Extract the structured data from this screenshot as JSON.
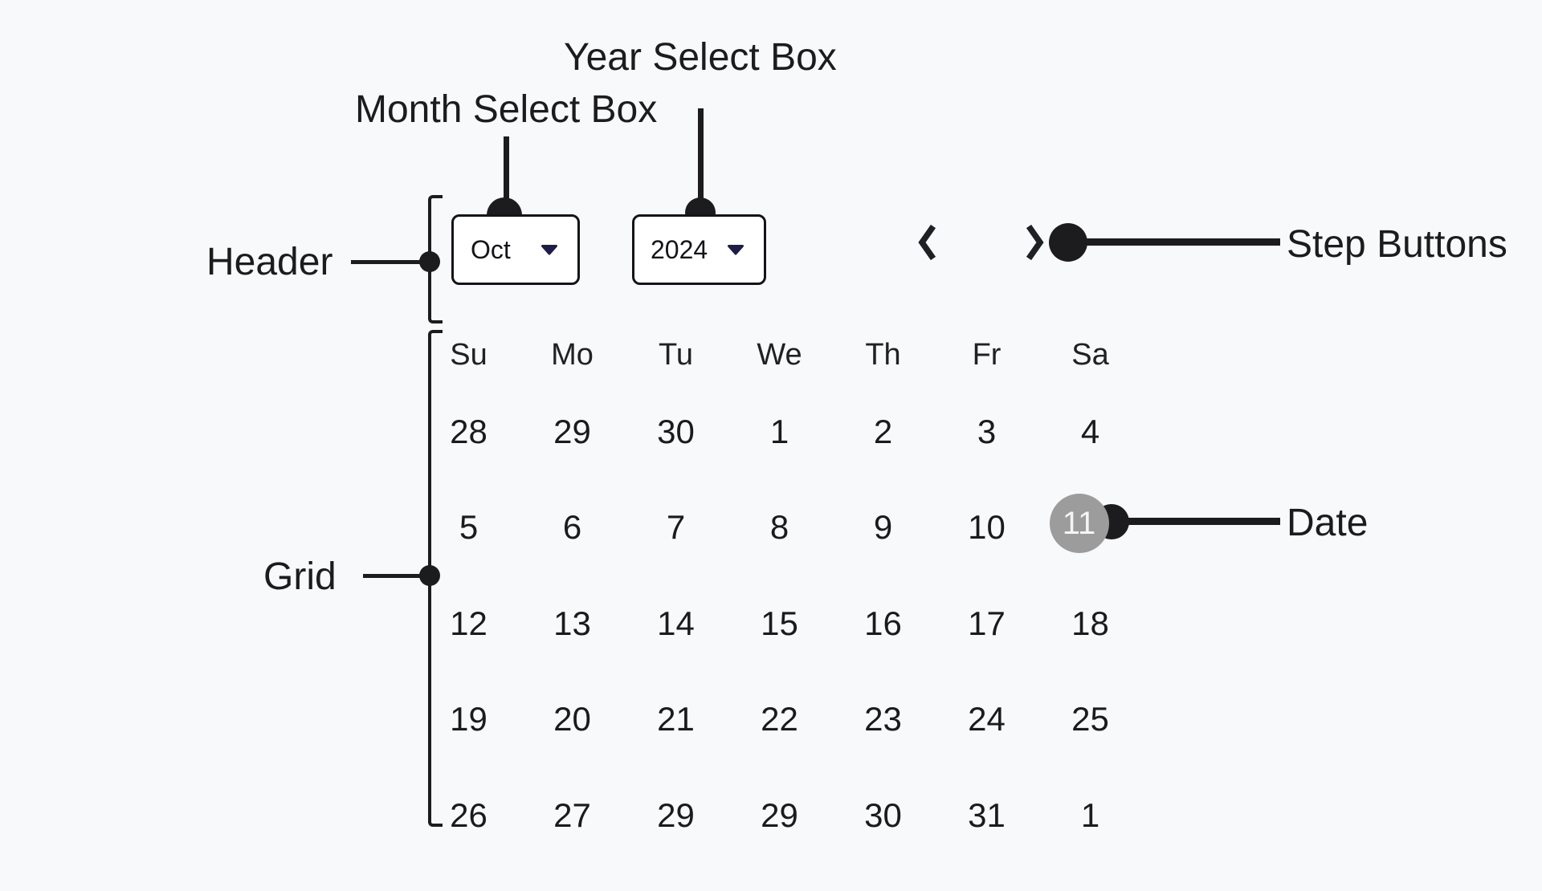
{
  "annotations": {
    "year_select_label": "Year Select Box",
    "month_select_label": "Month Select Box",
    "header_label": "Header",
    "step_buttons_label": "Step Buttons",
    "grid_label": "Grid",
    "date_label": "Date"
  },
  "datepicker": {
    "header": {
      "month_select": {
        "value": "Oct",
        "icon": "caret-down-icon"
      },
      "year_select": {
        "value": "2024",
        "icon": "caret-down-icon"
      },
      "prev_button_icon": "chevron-left-icon",
      "next_button_icon": "chevron-right-icon"
    },
    "grid": {
      "day_headers": [
        "Su",
        "Mo",
        "Tu",
        "We",
        "Th",
        "Fr",
        "Sa"
      ],
      "weeks": [
        [
          "28",
          "29",
          "30",
          "1",
          "2",
          "3",
          "4"
        ],
        [
          "5",
          "6",
          "7",
          "8",
          "9",
          "10",
          "11"
        ],
        [
          "12",
          "13",
          "14",
          "15",
          "16",
          "17",
          "18"
        ],
        [
          "19",
          "20",
          "21",
          "22",
          "23",
          "24",
          "25"
        ],
        [
          "26",
          "27",
          "29",
          "29",
          "30",
          "31",
          "1"
        ]
      ],
      "selected_date": "11"
    }
  },
  "colors": {
    "background": "#f8f9fb",
    "ink": "#1c1c1e",
    "box_fill": "#ffffff",
    "box_border": "#141419",
    "caret": "#1d1d47",
    "selected_bg": "#9c9c9c",
    "selected_text": "#f5f5f5"
  }
}
